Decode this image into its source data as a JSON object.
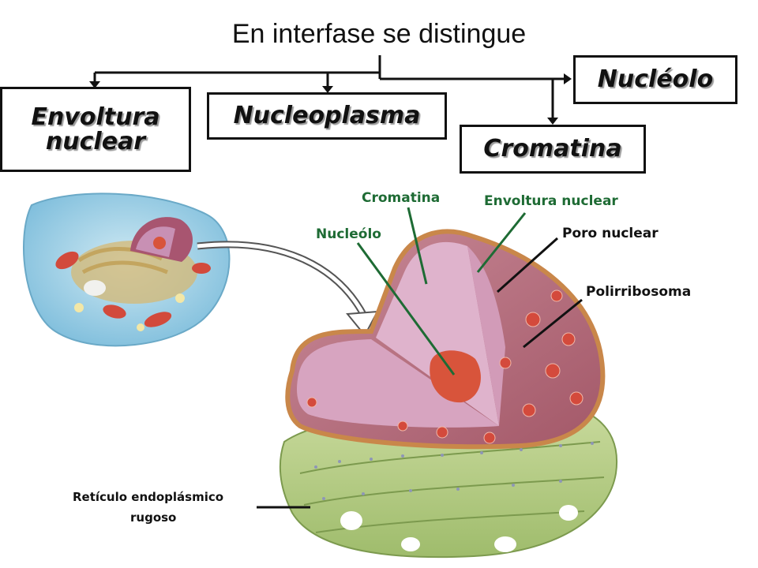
{
  "title": "En interfase se distingue",
  "boxes": {
    "envoltura": "Envoltura nuclear",
    "nucleoplasma": "Nucleoplasma",
    "nucleolo": "Nucléolo",
    "cromatina": "Cromatina"
  },
  "labels": {
    "cromatina": "Cromatina",
    "envoltura_nuclear": "Envoltura nuclear",
    "nucleolo": "Nucleólo",
    "poro_nuclear": "Poro nuclear",
    "polirribosoma": "Polirribosoma",
    "reticulo_line1": "Retículo endoplásmico",
    "reticulo_line2": "rugoso"
  },
  "colors": {
    "label_green": "#1e6b34",
    "membrane": "#c9874a",
    "nucleoplasm": "#d7a4c0",
    "nucleolus": "#d8543b",
    "nucleus_shell": "#b86a7c",
    "er": "#b9cf86",
    "cell_bg": "#9fd0e6"
  }
}
